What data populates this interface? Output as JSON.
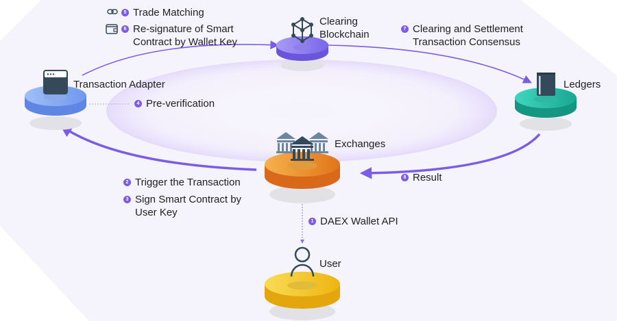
{
  "nodes": {
    "clearing_blockchain": {
      "label_line1": "Clearing",
      "label_line2": "Blockchain",
      "color": "#8b7cf0"
    },
    "transaction_adapter": {
      "label": "Transaction Adapter",
      "color": "#7fa8f2"
    },
    "ledgers": {
      "label": "Ledgers",
      "color": "#23c2a8"
    },
    "exchanges": {
      "label": "Exchanges",
      "color": "#f0a33a"
    },
    "user": {
      "label": "User",
      "color": "#f6cc2c"
    }
  },
  "steps": [
    {
      "num": "1",
      "text": "DAEX Wallet API"
    },
    {
      "num": "2",
      "text": "Trigger the Transaction"
    },
    {
      "num": "3",
      "text_line1": "Sign Smart Contract by",
      "text_line2": "User Key"
    },
    {
      "num": "4",
      "text": "Pre-verification"
    },
    {
      "num": "5",
      "text": "Trade Matching",
      "icon": "link-icon"
    },
    {
      "num": "6",
      "text_line1": "Re-signature of Smart",
      "text_line2": "Contract by Wallet Key",
      "icon": "wallet-icon"
    },
    {
      "num": "7",
      "text_line1": "Clearing and Settlement",
      "text_line2": "Transaction Consensus"
    },
    {
      "num": "8",
      "text": "Result"
    }
  ],
  "colors": {
    "accent": "#7b5ce8",
    "icon_dark": "#34495a",
    "text": "#1f1f1f"
  }
}
